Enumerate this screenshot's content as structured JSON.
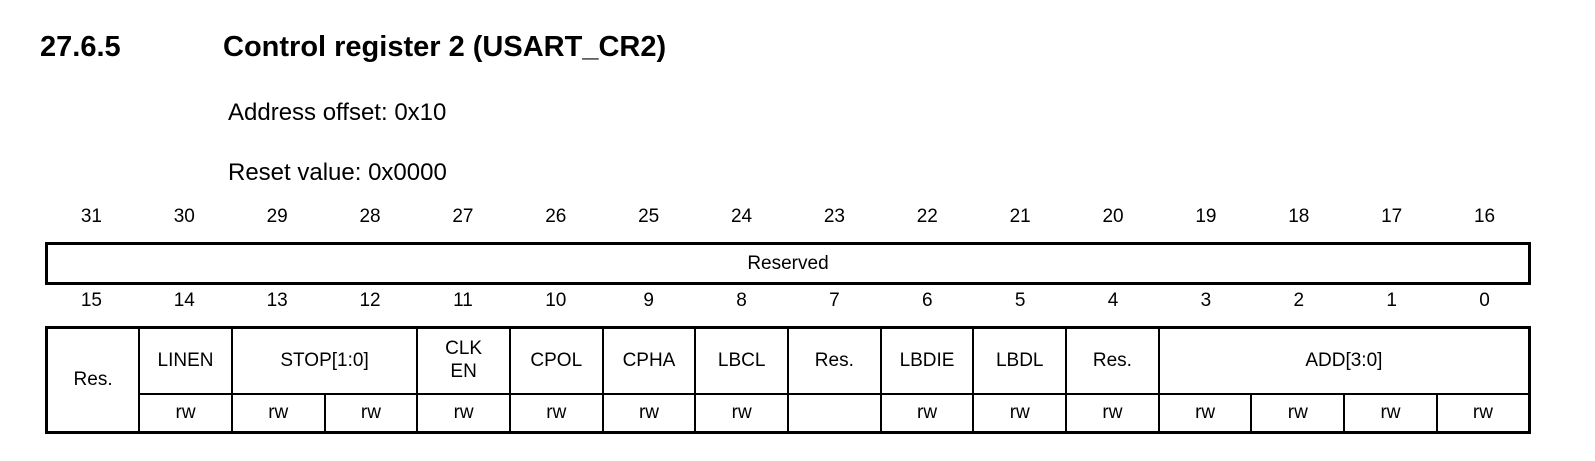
{
  "document": {
    "section_number": "27.6.5",
    "title": "Control register 2 (USART_CR2)",
    "address_offset": "Address offset: 0x10",
    "reset_value": "Reset value: 0x0000"
  },
  "register_diagram": {
    "high_bit_numbers": [
      "31",
      "30",
      "29",
      "28",
      "27",
      "26",
      "25",
      "24",
      "23",
      "22",
      "21",
      "20",
      "19",
      "18",
      "17",
      "16"
    ],
    "reserved_label": "Reserved",
    "low_bit_numbers": [
      "15",
      "14",
      "13",
      "12",
      "11",
      "10",
      "9",
      "8",
      "7",
      "6",
      "5",
      "4",
      "3",
      "2",
      "1",
      "0"
    ],
    "fields": [
      {
        "label": "Res.",
        "span": 1
      },
      {
        "label": "LINEN",
        "span": 1
      },
      {
        "label": "STOP[1:0]",
        "span": 2
      },
      {
        "label": "CLK\nEN",
        "span": 1
      },
      {
        "label": "CPOL",
        "span": 1
      },
      {
        "label": "CPHA",
        "span": 1
      },
      {
        "label": "LBCL",
        "span": 1
      },
      {
        "label": "Res.",
        "span": 1
      },
      {
        "label": "LBDIE",
        "span": 1
      },
      {
        "label": "LBDL",
        "span": 1
      },
      {
        "label": "Res.",
        "span": 1
      },
      {
        "label": "ADD[3:0]",
        "span": 4
      }
    ],
    "access": [
      "rw",
      "rw",
      "rw",
      "rw",
      "rw",
      "rw",
      "rw",
      "",
      "rw",
      "rw",
      "rw",
      "rw",
      "rw",
      "rw",
      "rw"
    ]
  }
}
